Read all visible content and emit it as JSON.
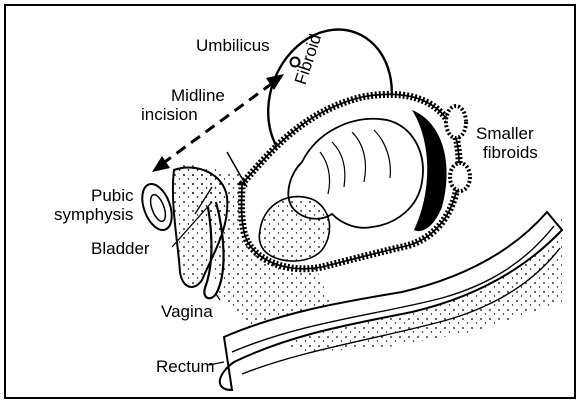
{
  "labels": {
    "umbilicus": "Umbilicus",
    "midline_incision_1": "Midline",
    "midline_incision_2": "incision",
    "fibroid": "Fibroid",
    "smaller_fibroids_1": "Smaller",
    "smaller_fibroids_2": "fibroids",
    "pubic_symphysis_1": "Pubic",
    "pubic_symphysis_2": "symphysis",
    "bladder": "Bladder",
    "vagina": "Vagina",
    "rectum": "Rectum"
  },
  "colors": {
    "ink": "#000000",
    "paper": "#ffffff"
  }
}
